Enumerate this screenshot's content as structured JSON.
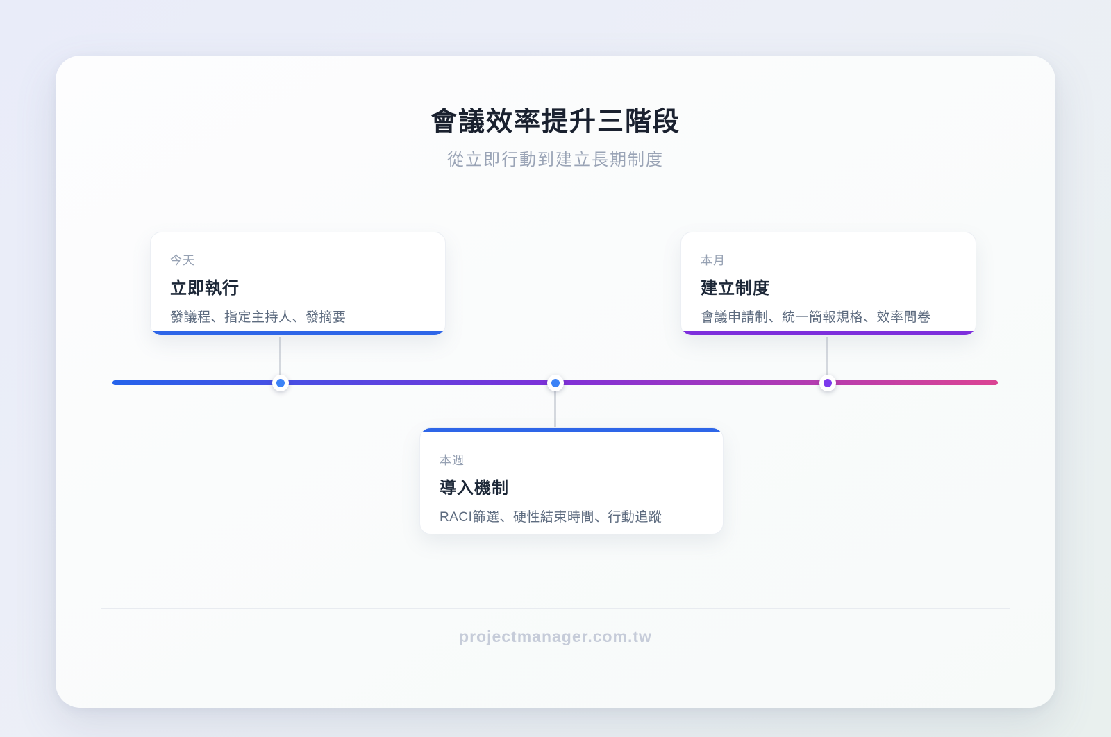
{
  "page": {
    "title": "會議效率提升三階段",
    "subtitle": "從立即行動到建立長期制度",
    "footer": "projectmanager.com.tw"
  },
  "stages": [
    {
      "period": "今天",
      "title": "立即執行",
      "description": "發議程、指定主持人、發摘要",
      "accent_color": "#2E66E8",
      "dot_color": "#3B82F6",
      "card_position": "above-line"
    },
    {
      "period": "本週",
      "title": "導入機制",
      "description": "RACI篩選、硬性結束時間、行動追蹤",
      "accent_color": "#2E66E8",
      "dot_color": "#3B82F6",
      "card_position": "below-line"
    },
    {
      "period": "本月",
      "title": "建立制度",
      "description": "會議申請制、統一簡報規格、效率問卷",
      "accent_color": "#7D2FDC",
      "dot_color": "#7C3AED",
      "card_position": "above-line"
    }
  ],
  "timeline": {
    "gradient_colors": [
      "#2563EB",
      "#7E30D8",
      "#DB4493"
    ]
  }
}
